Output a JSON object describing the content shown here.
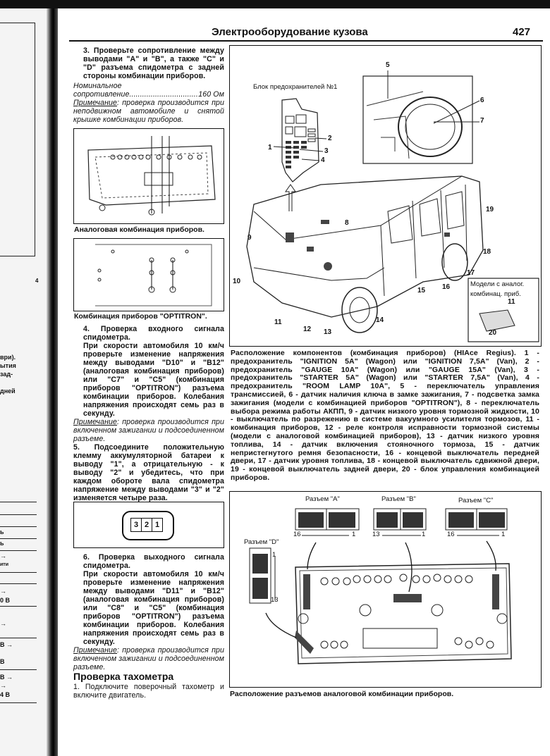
{
  "header": {
    "title": "Электрооборудование кузова",
    "page_number": "427"
  },
  "prev_page_fragments": [
    "4",
    "ври).",
    "ытия",
    "зад-",
    "дней",
    "ь",
    "ь",
    "→",
    "ити",
    "→",
    "0 В",
    "→",
    "В →",
    "В",
    "В →",
    "→",
    "4 В"
  ],
  "left_column": {
    "step3": "3. Проверьте сопротивление между выводами \"A\" и \"B\", а также \"C\" и \"D\" разъема спидометра с задней стороны комбинации приборов.",
    "nominal_label": "Номинальное",
    "nominal_resistance_label": "сопротивление",
    "nominal_resistance_value": "160 Ом",
    "note_label": "Примечание",
    "note3": ": проверка производится при неподвижном автомобиле и снятой крышке комбинации приборов.",
    "fig1_caption": "Аналоговая комбинация приборов.",
    "fig2_caption": "Комбинация приборов \"OPTITRON\".",
    "step4_title": "4. Проверка входного сигнала спидометра.",
    "step4_body": "При скорости автомобиля 10 км/ч проверьте изменение напряжения между выводами \"D10\" и \"B12\" (аналоговая комбинация приборов) или \"C7\" и \"C5\" (комбинация приборов \"OPTITRON\") разъема комбинации приборов. Колебания напряжения происходят семь раз в секунду.",
    "note4": ": проверка производится при включенном зажигании и подсоединенном разъеме.",
    "step5": "5. Подсоедините положительную клемму аккумуляторной батареи к выводу \"1\", а отрицательную - к выводу \"2\" и убедитесь, что при каждом обороте вала спидометра напряжение между выводами \"3\" и \"2\" изменяется четыре раза.",
    "connector_pins": [
      "3",
      "2",
      "1"
    ],
    "step6_title": "6. Проверка выходного сигнала спидометра.",
    "step6_body": "При скорости автомобиля 10 км/ч проверьте изменение напряжения между выводами \"D11\" и \"B12\" (аналоговая комбинация приборов) или \"C8\" и \"C5\" (комбинация приборов \"OPTITRON\") разъема комбинации приборов. Колебания напряжения происходят семь раз в секунду.",
    "note6": ": проверка производится при включенном зажигании и подсоединенном разъеме.",
    "tacho_heading": "Проверка тахометра",
    "tacho_step1": "1. Подключите поверочный тахометр и включите двигатель."
  },
  "right_column": {
    "fig_components": {
      "fuse_block_label": "Блок предохранителей №1",
      "callouts": [
        "1",
        "2",
        "3",
        "4",
        "5",
        "6",
        "7",
        "8",
        "9",
        "10",
        "11",
        "12",
        "13",
        "14",
        "15",
        "16",
        "17",
        "18",
        "19",
        "20"
      ],
      "inset_line1": "Модели с аналог.",
      "inset_line2": "комбинац. приб.",
      "inset_callout_11": "11",
      "inset_callout_20": "20"
    },
    "components_caption": "Расположение компонентов (комбинация приборов) (HIAce Regius). 1 - предохранитель \"IGNITION 5A\" (Wagon) или \"IGNITION 7,5A\" (Van), 2 - предохранитель \"GAUGE 10A\" (Wagon) или \"GAUGE 15A\" (Van), 3 - предохранитель \"STARTER 5A\" (Wagon) или \"STARTER 7,5A\" (Van), 4 - предохранитель \"ROOM LAMP 10A\", 5 - переключатель управления трансмиссией, 6 - датчик наличия ключа в замке зажигания, 7 - подсветка замка зажигания (модели с комбинацией приборов \"OPTITRON\"), 8 - переключатель выбора режима работы АКПП, 9 - датчик низкого уровня тормозной жидкости, 10 - выключатель по разрежению в системе вакуумного усилителя тормозов, 11 - комбинация приборов, 12 - реле контроля исправности тормозной системы (модели с аналоговой комбинацией приборов), 13 - датчик низкого уровня топлива, 14 - датчик включения стояночного тормоза, 15 - датчик непристегнутого ремня безопасности, 16 - концевой выключатель передней двери, 17 - датчик уровня топлива, 18 - концевой выключатель сдвижной двери, 19 - концевой выключатель задней двери, 20 - блок управления комбинацией приборов.",
    "fig_connectors": {
      "connector_a": "Разъем \"A\"",
      "connector_b": "Разъем \"B\"",
      "connector_c": "Разъем \"C\"",
      "connector_d": "Разъем \"D\"",
      "a_left": "16",
      "a_right": "1",
      "b_left": "13",
      "b_right": "1",
      "c_left": "16",
      "c_right": "1",
      "d_top": "1",
      "d_bottom": "13"
    },
    "connectors_caption": "Расположение разъемов аналоговой комбинации приборов."
  }
}
